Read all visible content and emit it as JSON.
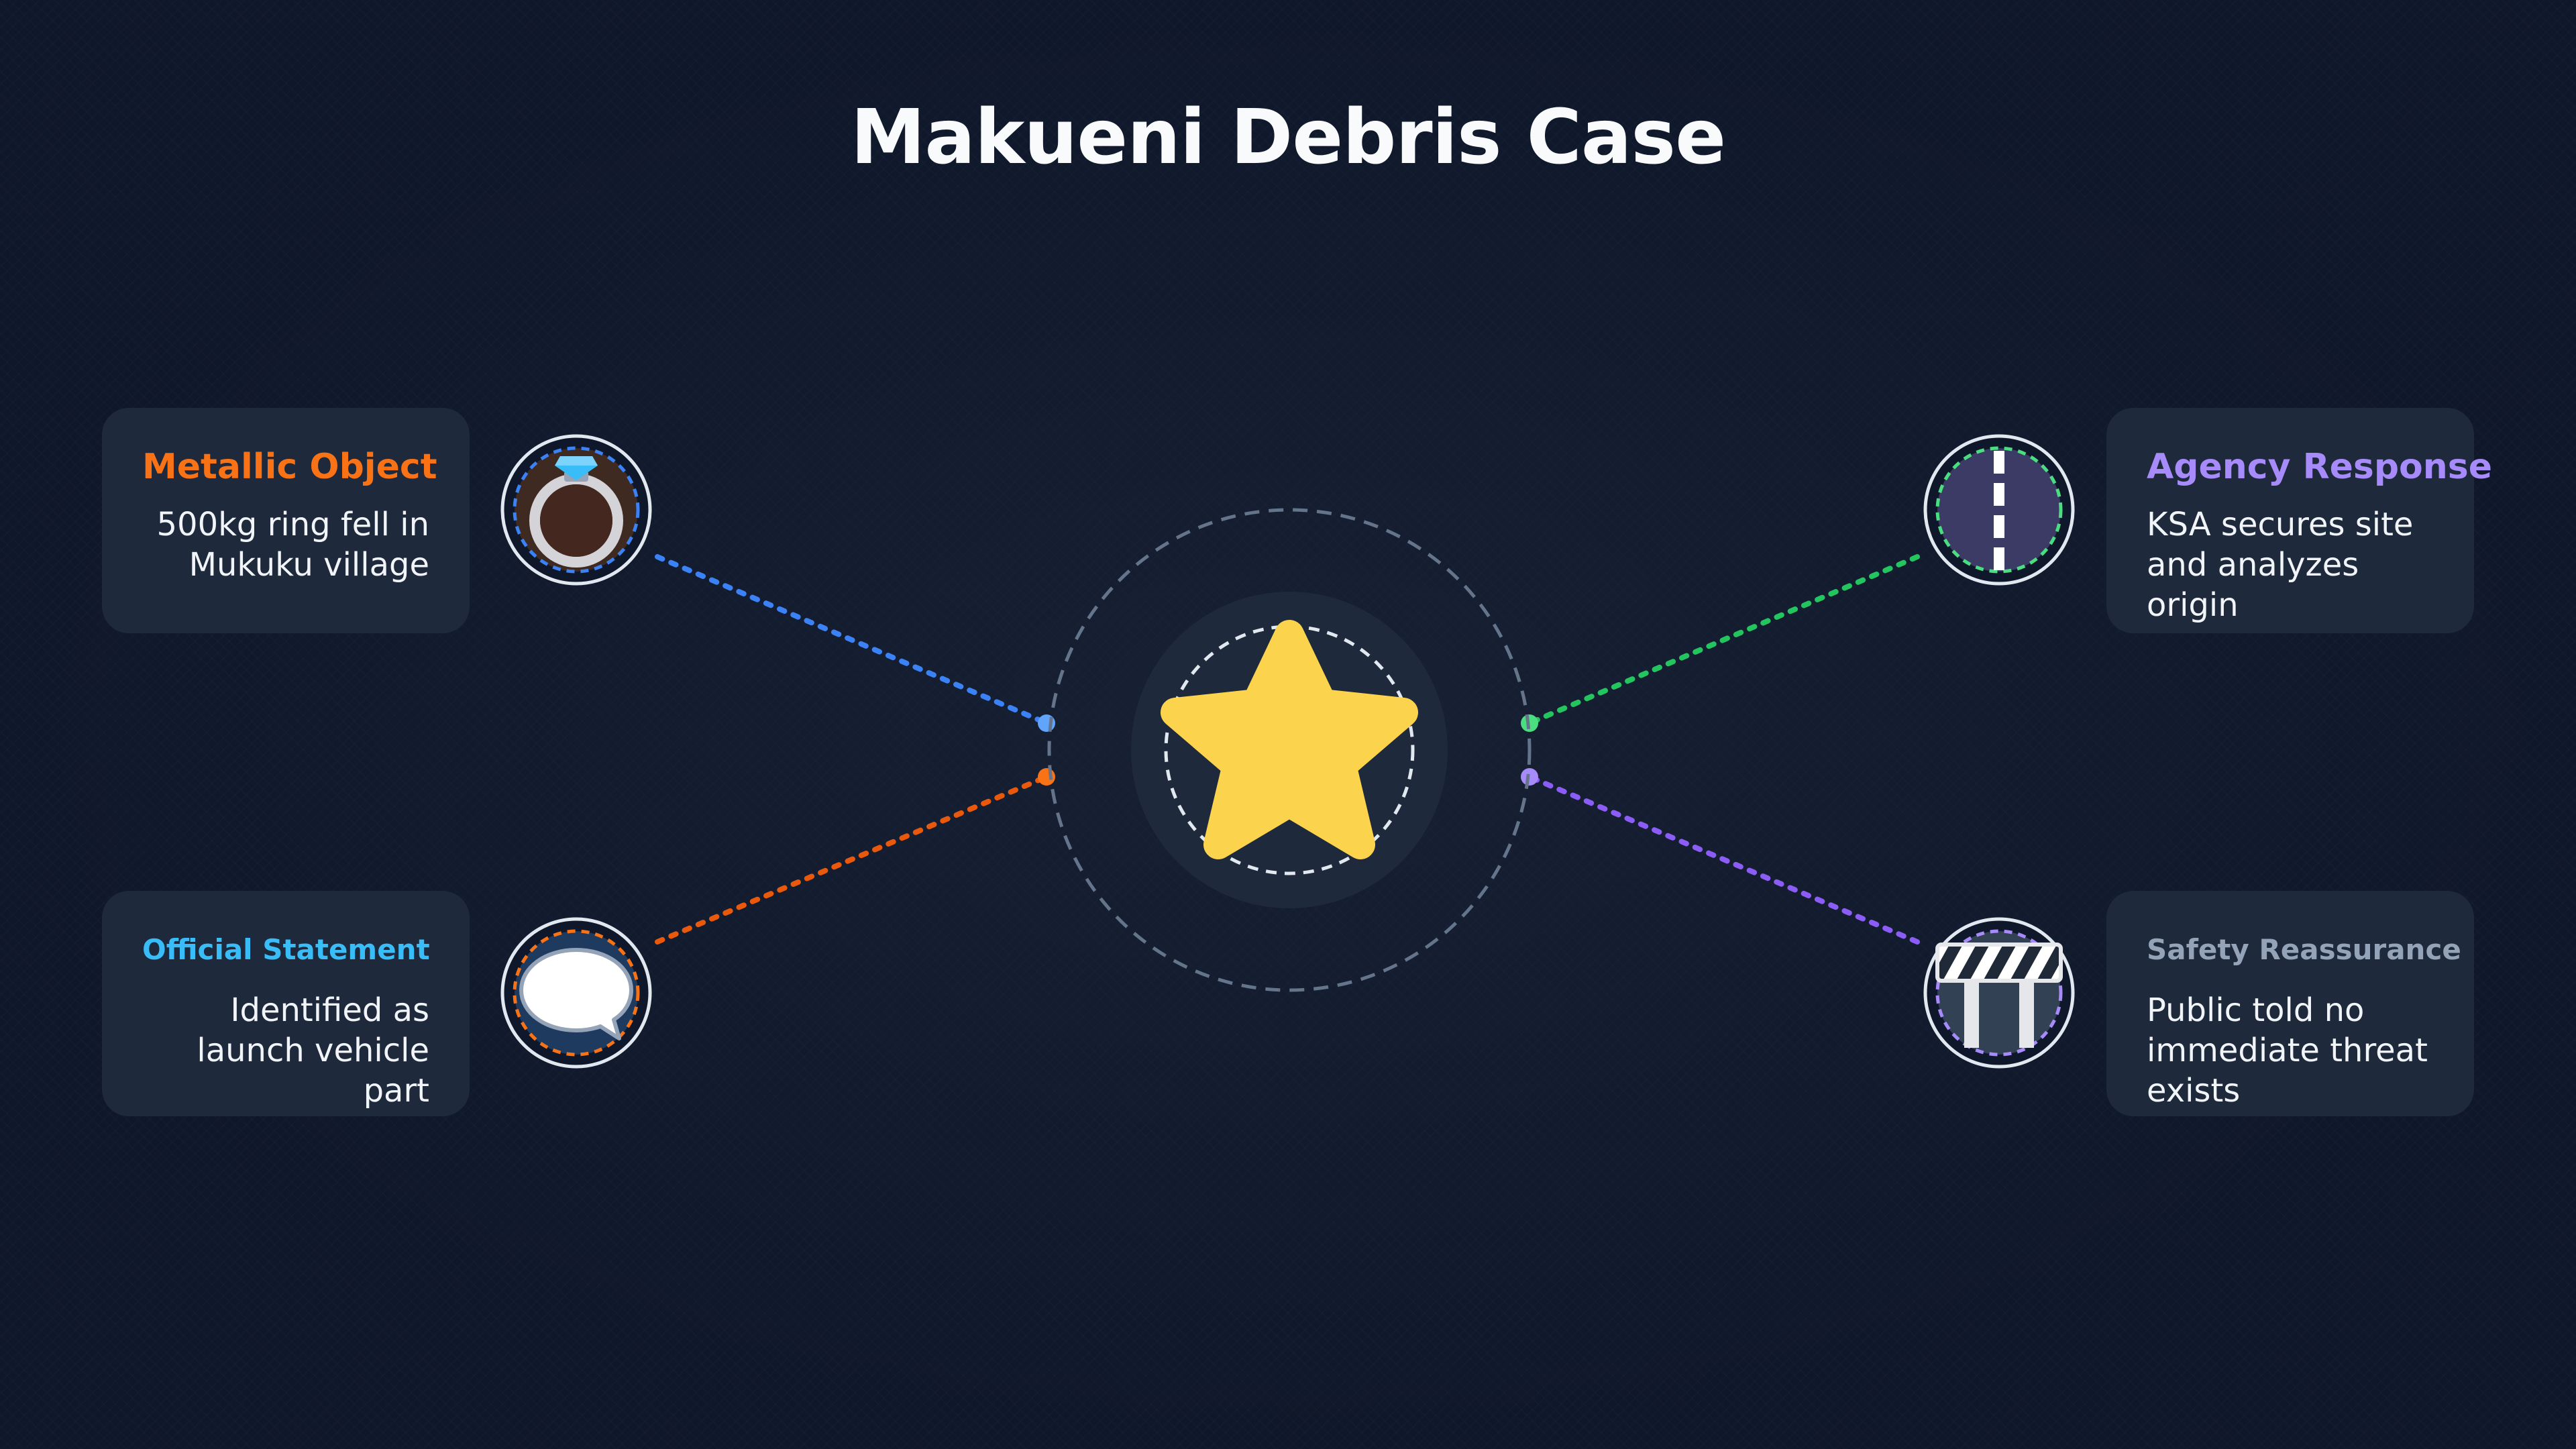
{
  "title": "Makueni Debris Case",
  "colors": {
    "orange": "#f97316",
    "sky": "#38bdf8",
    "violet": "#a78bfa",
    "slate": "#94a3b8",
    "blue": "#60a5fa",
    "green": "#4ade80",
    "purple": "#8b5cf6",
    "star": "#fcd34d"
  },
  "center": {
    "icon": "star-icon"
  },
  "items": [
    {
      "heading": "Metallic Object",
      "body": "500kg ring fell in Mukuku village",
      "icon": "ring-icon"
    },
    {
      "heading": "Official Statement",
      "body": "Identified as launch vehicle part",
      "icon": "speech-bubble-icon"
    },
    {
      "heading": "Agency Response",
      "body": "KSA secures site and analyzes origin",
      "icon": "road-icon"
    },
    {
      "heading": "Safety Reassurance",
      "body": "Public told no immediate threat exists",
      "icon": "barrier-icon"
    }
  ]
}
